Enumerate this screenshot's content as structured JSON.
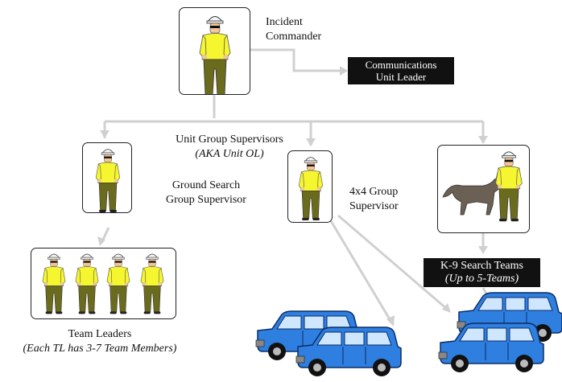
{
  "incident_commander": {
    "line1": "Incident",
    "line2": "Commander"
  },
  "communications": {
    "line1": "Communications",
    "line2": "Unit Leader"
  },
  "unit_group_supervisors": {
    "line1": "Unit Group Supervisors",
    "line2": "(AKA Unit OL)"
  },
  "ground_search": {
    "line1": "Ground Search",
    "line2": "Group Supervisor"
  },
  "four_by_four": {
    "line1": "4x4 Group",
    "line2": "Supervisor"
  },
  "k9": {
    "line1": "K-9 Search Teams",
    "line2": "(Up to 5-Teams)"
  },
  "team_leaders": {
    "line1": "Team Leaders",
    "line2": "(Each TL has 3-7 Team Members)"
  },
  "colors": {
    "shirt": "#f5f530",
    "pants": "#6b6b1e",
    "truck": "#2f7fe0",
    "connector": "#d0d0d0"
  }
}
